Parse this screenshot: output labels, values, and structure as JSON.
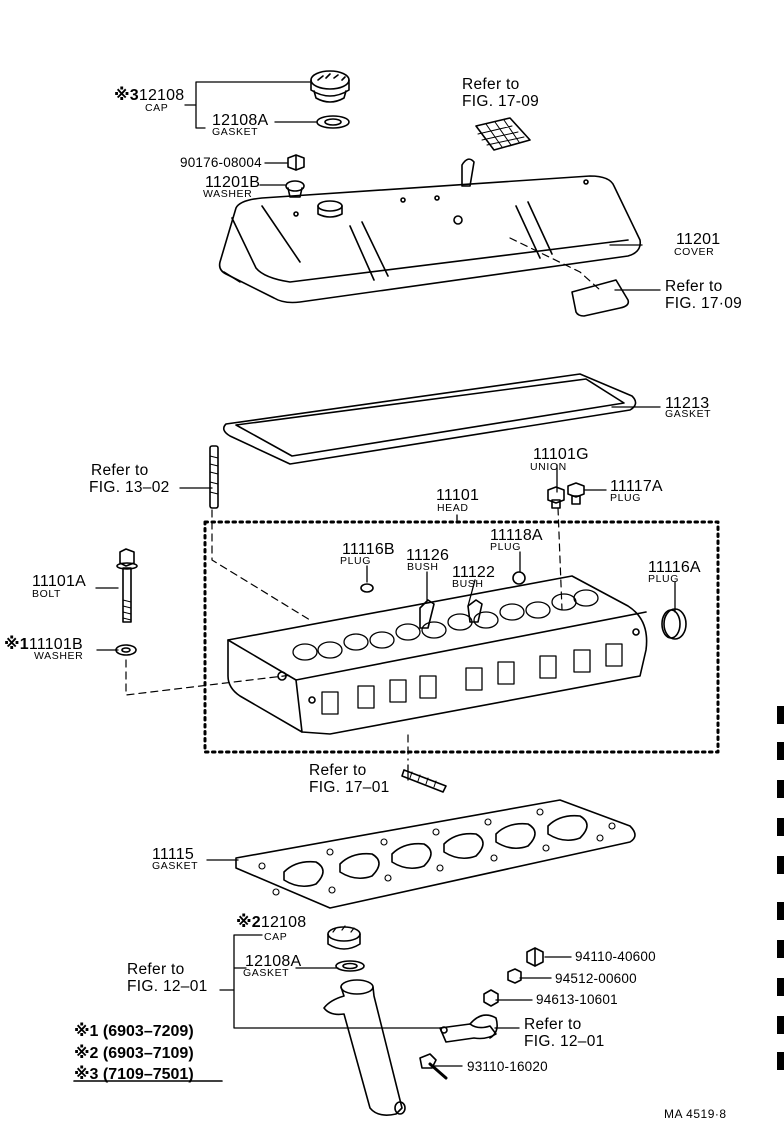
{
  "parts": {
    "cap_top": {
      "mark": "※3",
      "number": "12108",
      "name": "CAP"
    },
    "gasket_top": {
      "number": "12108A",
      "name": "GASKET"
    },
    "nut_top": {
      "number": "90176-08004"
    },
    "washer_top": {
      "number": "11201B",
      "name": "WASHER"
    },
    "cover": {
      "number": "11201",
      "name": "COVER"
    },
    "cover_gasket": {
      "number": "11213",
      "name": "GASKET"
    },
    "union": {
      "number": "11101G",
      "name": "UNION"
    },
    "plug_a": {
      "number": "11117A",
      "name": "PLUG"
    },
    "head": {
      "number": "11101",
      "name": "HEAD"
    },
    "plug_b": {
      "number": "11118A",
      "name": "PLUG"
    },
    "plug_c": {
      "number": "11116B",
      "name": "PLUG"
    },
    "bush_a": {
      "number": "11126",
      "name": "BUSH"
    },
    "bush_b": {
      "number": "11122",
      "name": "BUSH"
    },
    "plug_d": {
      "number": "11116A",
      "name": "PLUG"
    },
    "bolt": {
      "number": "11101A",
      "name": "BOLT"
    },
    "washer_bolt": {
      "mark": "※1",
      "number": "11101B",
      "name": "WASHER"
    },
    "head_gasket": {
      "number": "11115",
      "name": "GASKET"
    },
    "cap_bottom": {
      "mark": "※2",
      "number": "12108",
      "name": "CAP"
    },
    "gasket_bottom": {
      "number": "12108A",
      "name": "GASKET"
    },
    "nut_1": {
      "number": "94110-40600"
    },
    "nut_2": {
      "number": "94512-00600"
    },
    "nut_3": {
      "number": "94613-10601"
    },
    "bolt_bottom": {
      "number": "93110-16020"
    }
  },
  "refs": {
    "fig_17_09_top": {
      "line1": "Refer to",
      "line2": "FIG. 17-09"
    },
    "fig_17_09_cover": {
      "line1": "Refer to",
      "line2": "FIG. 17·09"
    },
    "fig_13_02": {
      "line1": "Refer to",
      "line2": "FIG. 13–02"
    },
    "fig_17_01": {
      "line1": "Refer to",
      "line2": "FIG. 17–01"
    },
    "fig_12_01_left": {
      "line1": "Refer to",
      "line2": "FIG. 12–01"
    },
    "fig_12_01_right": {
      "line1": "Refer to",
      "line2": "FIG. 12–01"
    }
  },
  "legend": [
    {
      "mark": "※1",
      "range": "(6903–7209)"
    },
    {
      "mark": "※2",
      "range": "(6903–7109)"
    },
    {
      "mark": "※3",
      "range": "(7109–7501)"
    }
  ],
  "catalog_code": "MA  4519·8"
}
